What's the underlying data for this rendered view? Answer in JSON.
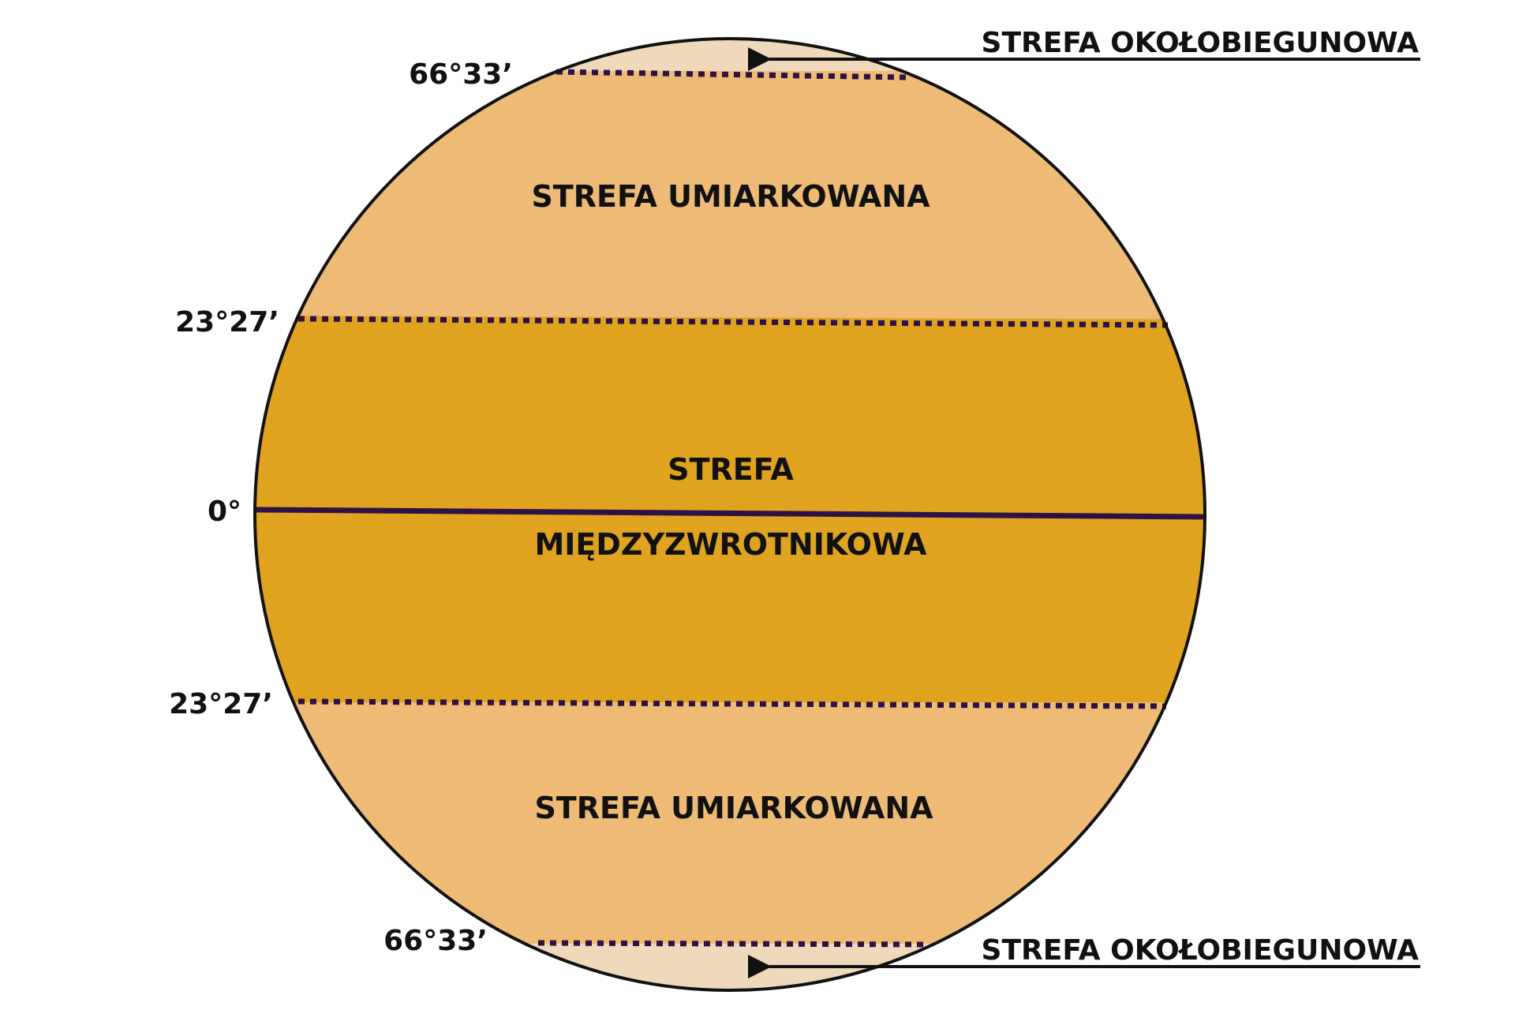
{
  "colors": {
    "polar_zone": "#EFD9BA",
    "temperate_zone": "#EDBB75",
    "tropical_zone": "#E0A31F",
    "parallel_line": "#2E1245",
    "outline": "#111111"
  },
  "zones": {
    "polar_north": "STREFA OKOŁOBIEGUNOWA",
    "temperate_north": "STREFA UMIARKOWANA",
    "tropical_line1": "STREFA",
    "tropical_line2": "MIĘDZYZWROTNIKOWA",
    "temperate_south": "STREFA UMIARKOWANA",
    "polar_south": "STREFA OKOŁOBIEGUNOWA"
  },
  "latitudes": {
    "arctic_circle": "66°33’",
    "tropic_north": "23°27’",
    "equator": "0°",
    "tropic_south": "23°27’",
    "antarctic_circle": "66°33’"
  }
}
